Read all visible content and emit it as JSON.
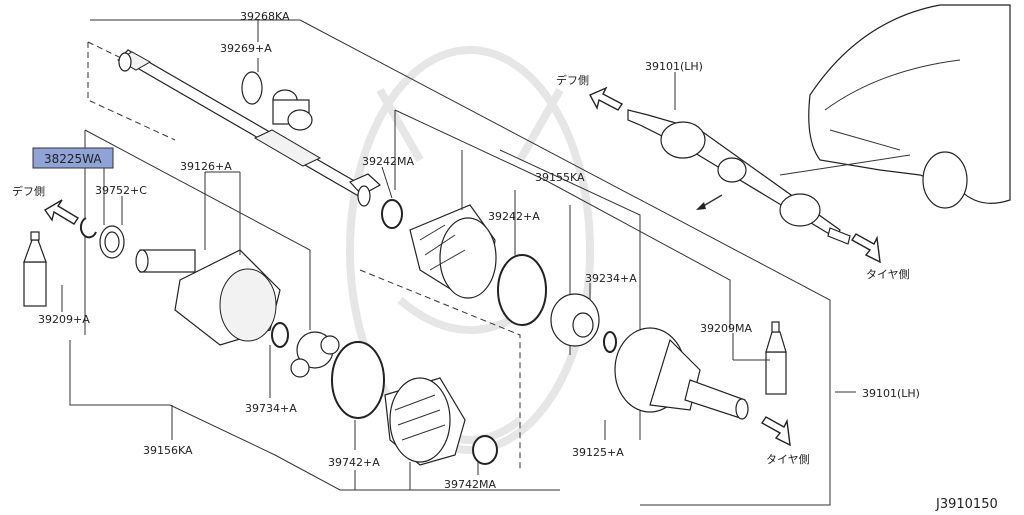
{
  "diagram": {
    "highlight_color": "#8fa3d6",
    "labels": {
      "p39268KA": "39268KA",
      "p39269A": "39269+A",
      "p38225WA": "38225WA",
      "p39752C": "39752+C",
      "p39126A": "39126+A",
      "p39242MA": "39242MA",
      "p39242A": "39242+A",
      "p39155KA": "39155KA",
      "p39101LH_top": "39101(LH)",
      "p39101LH_right": "39101(LH)",
      "p39234A": "39234+A",
      "p39209MA": "39209MA",
      "p39209A": "39209+A",
      "p39734A": "39734+A",
      "p39156KA": "39156KA",
      "p39742A": "39742+A",
      "p39742MA": "39742MA",
      "p39125A": "39125+A",
      "diff_side_left": "デフ側",
      "diff_side_top": "デフ側",
      "tire_side_top": "タイヤ側",
      "tire_side_bottom": "タイヤ側",
      "figure_code": "J3910150"
    }
  }
}
